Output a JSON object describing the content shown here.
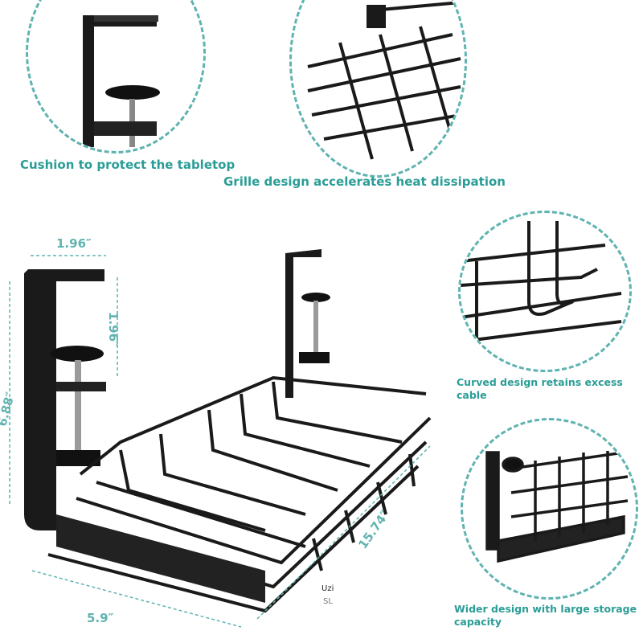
{
  "captions": {
    "clamp": "Cushion to protect the tabletop",
    "grille": "Grille design accelerates heat dissipation",
    "curved": "Curved design retains excess cable",
    "wider": "Wider design with large storage capacity"
  },
  "dimensions": {
    "clamp_width": "1.96″",
    "clamp_gap": "1.96″",
    "height": "6.88″",
    "length": "15.74″",
    "depth": "5.9″"
  },
  "watermark": {
    "line1": "Uzi",
    "line2": "SL"
  },
  "colors": {
    "accent": "#2a9d96",
    "dashed": "#5fb3b0",
    "metal": "#1a1a1a"
  }
}
